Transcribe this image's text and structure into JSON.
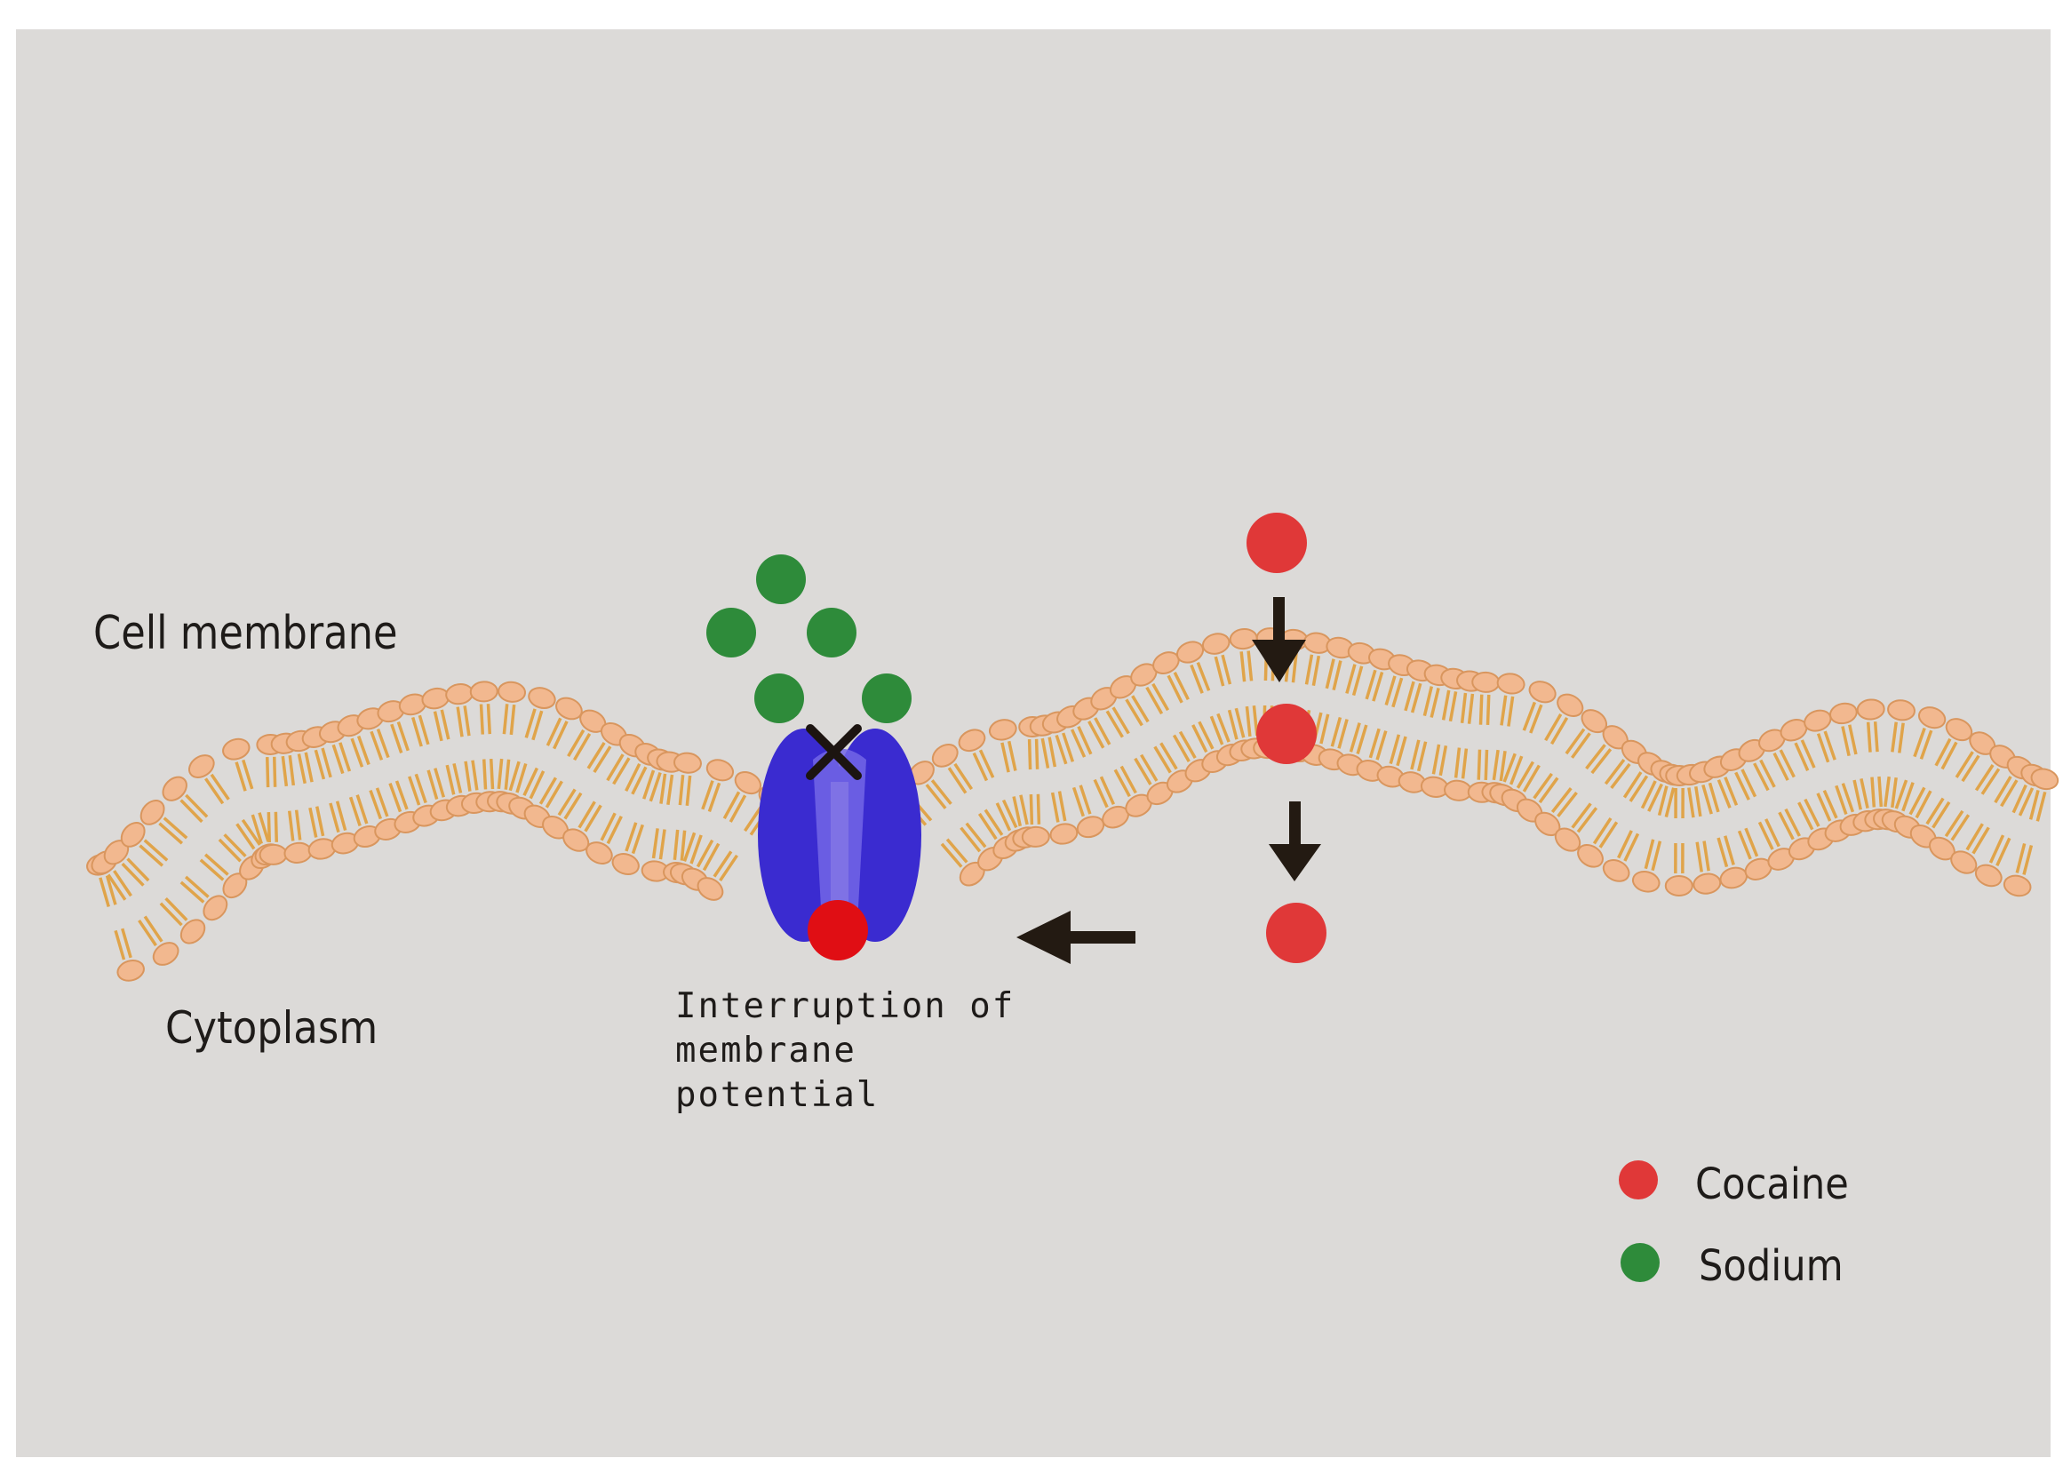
{
  "labels": {
    "cell_membrane": "Cell membrane",
    "cytoplasm": "Cytoplasm",
    "interruption": "Interruption of membrane potential"
  },
  "legend": [
    {
      "label": "Cocaine",
      "color": "#e03838"
    },
    {
      "label": "Sodium",
      "color": "#2e8b3a"
    }
  ],
  "colors": {
    "background": "#dcdad8",
    "lipid_head": "#f2b88f",
    "lipid_tail": "#e0a44a",
    "channel": "#3a2bd0",
    "cocaine": "#e03838",
    "sodium": "#2e8b3a",
    "arrow": "#231a12"
  },
  "icons": [
    "sodium-channel-icon",
    "block-x-icon",
    "arrow-down-icon",
    "arrow-left-icon"
  ]
}
